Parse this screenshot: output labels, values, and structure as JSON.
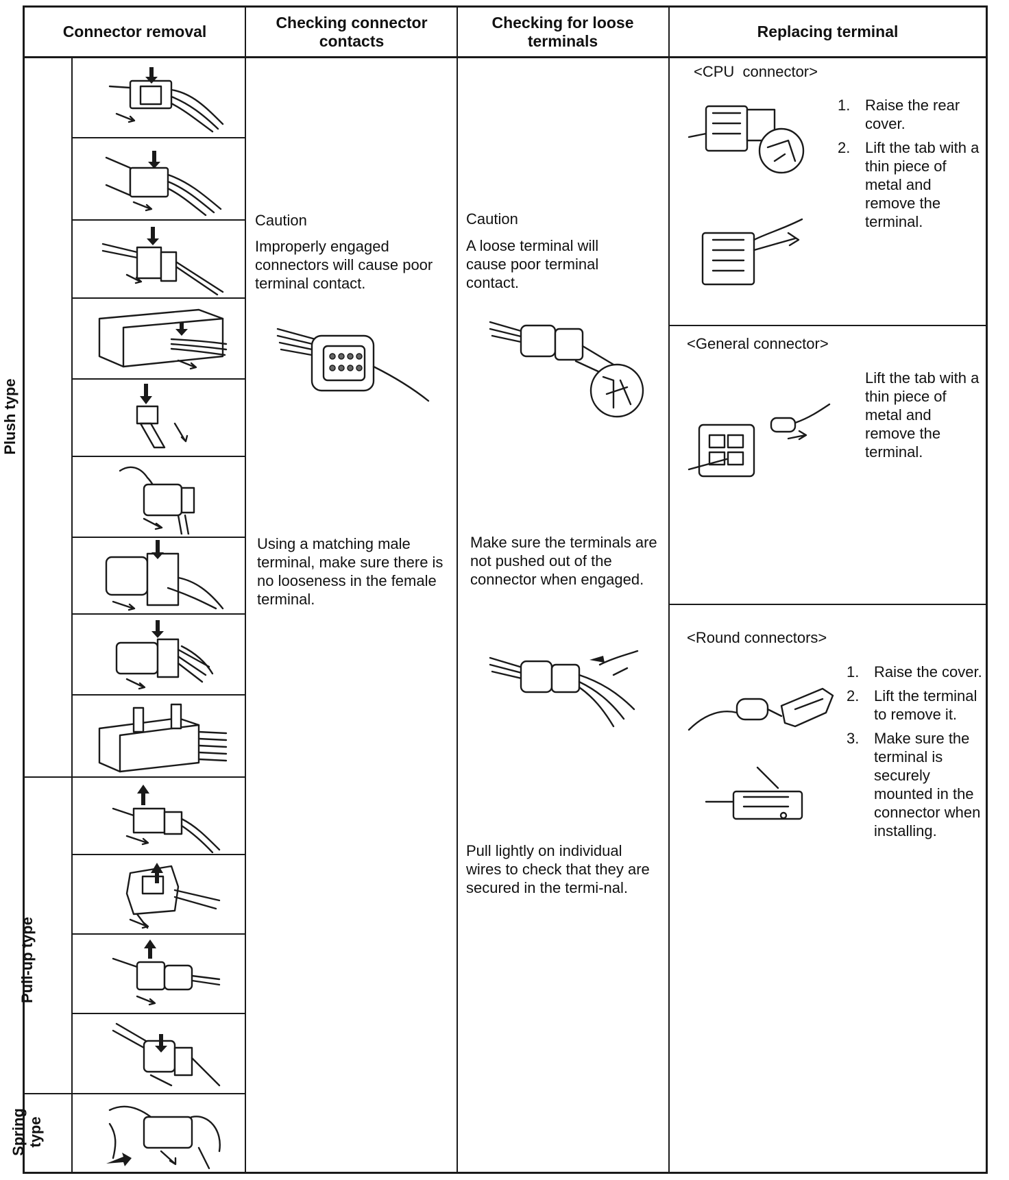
{
  "headers": {
    "connector_removal": "Connector removal",
    "checking_contacts": "Checking connector contacts",
    "checking_loose": "Checking for loose terminals",
    "replacing_terminal": "Replacing terminal"
  },
  "removal_types": {
    "plush": "Plush type",
    "pullup": "Pull-up type",
    "spring": "Spring type"
  },
  "contacts": {
    "caution_title": "Caution",
    "caution_text": "Improperly engaged connectors will cause poor terminal contact.",
    "instruction": "Using a matching male terminal, make sure there is no looseness in the female terminal."
  },
  "loose": {
    "caution_title": "Caution",
    "caution_text": "A loose terminal will cause poor terminal contact.",
    "instruction_1": "Make sure the terminals are not pushed out of the connector when engaged.",
    "instruction_2": "Pull lightly on individual wires to check that they are secured in the termi-nal."
  },
  "replacing": {
    "cpu": {
      "title": "<CPU  connector>",
      "steps": [
        {
          "num": "1.",
          "text": "Raise the rear cover."
        },
        {
          "num": "2.",
          "text": "Lift the tab with a thin piece of metal and remove the terminal."
        }
      ]
    },
    "general": {
      "title": "<General connector>",
      "text": "Lift the tab with a thin piece of metal and remove the terminal."
    },
    "round": {
      "title": "<Round connectors>",
      "steps": [
        {
          "num": "1.",
          "text": "Raise the cover."
        },
        {
          "num": "2.",
          "text": "Lift the terminal to remove it."
        },
        {
          "num": "3.",
          "text": "Make sure the terminal is securely mounted in the connector when installing."
        }
      ]
    }
  }
}
